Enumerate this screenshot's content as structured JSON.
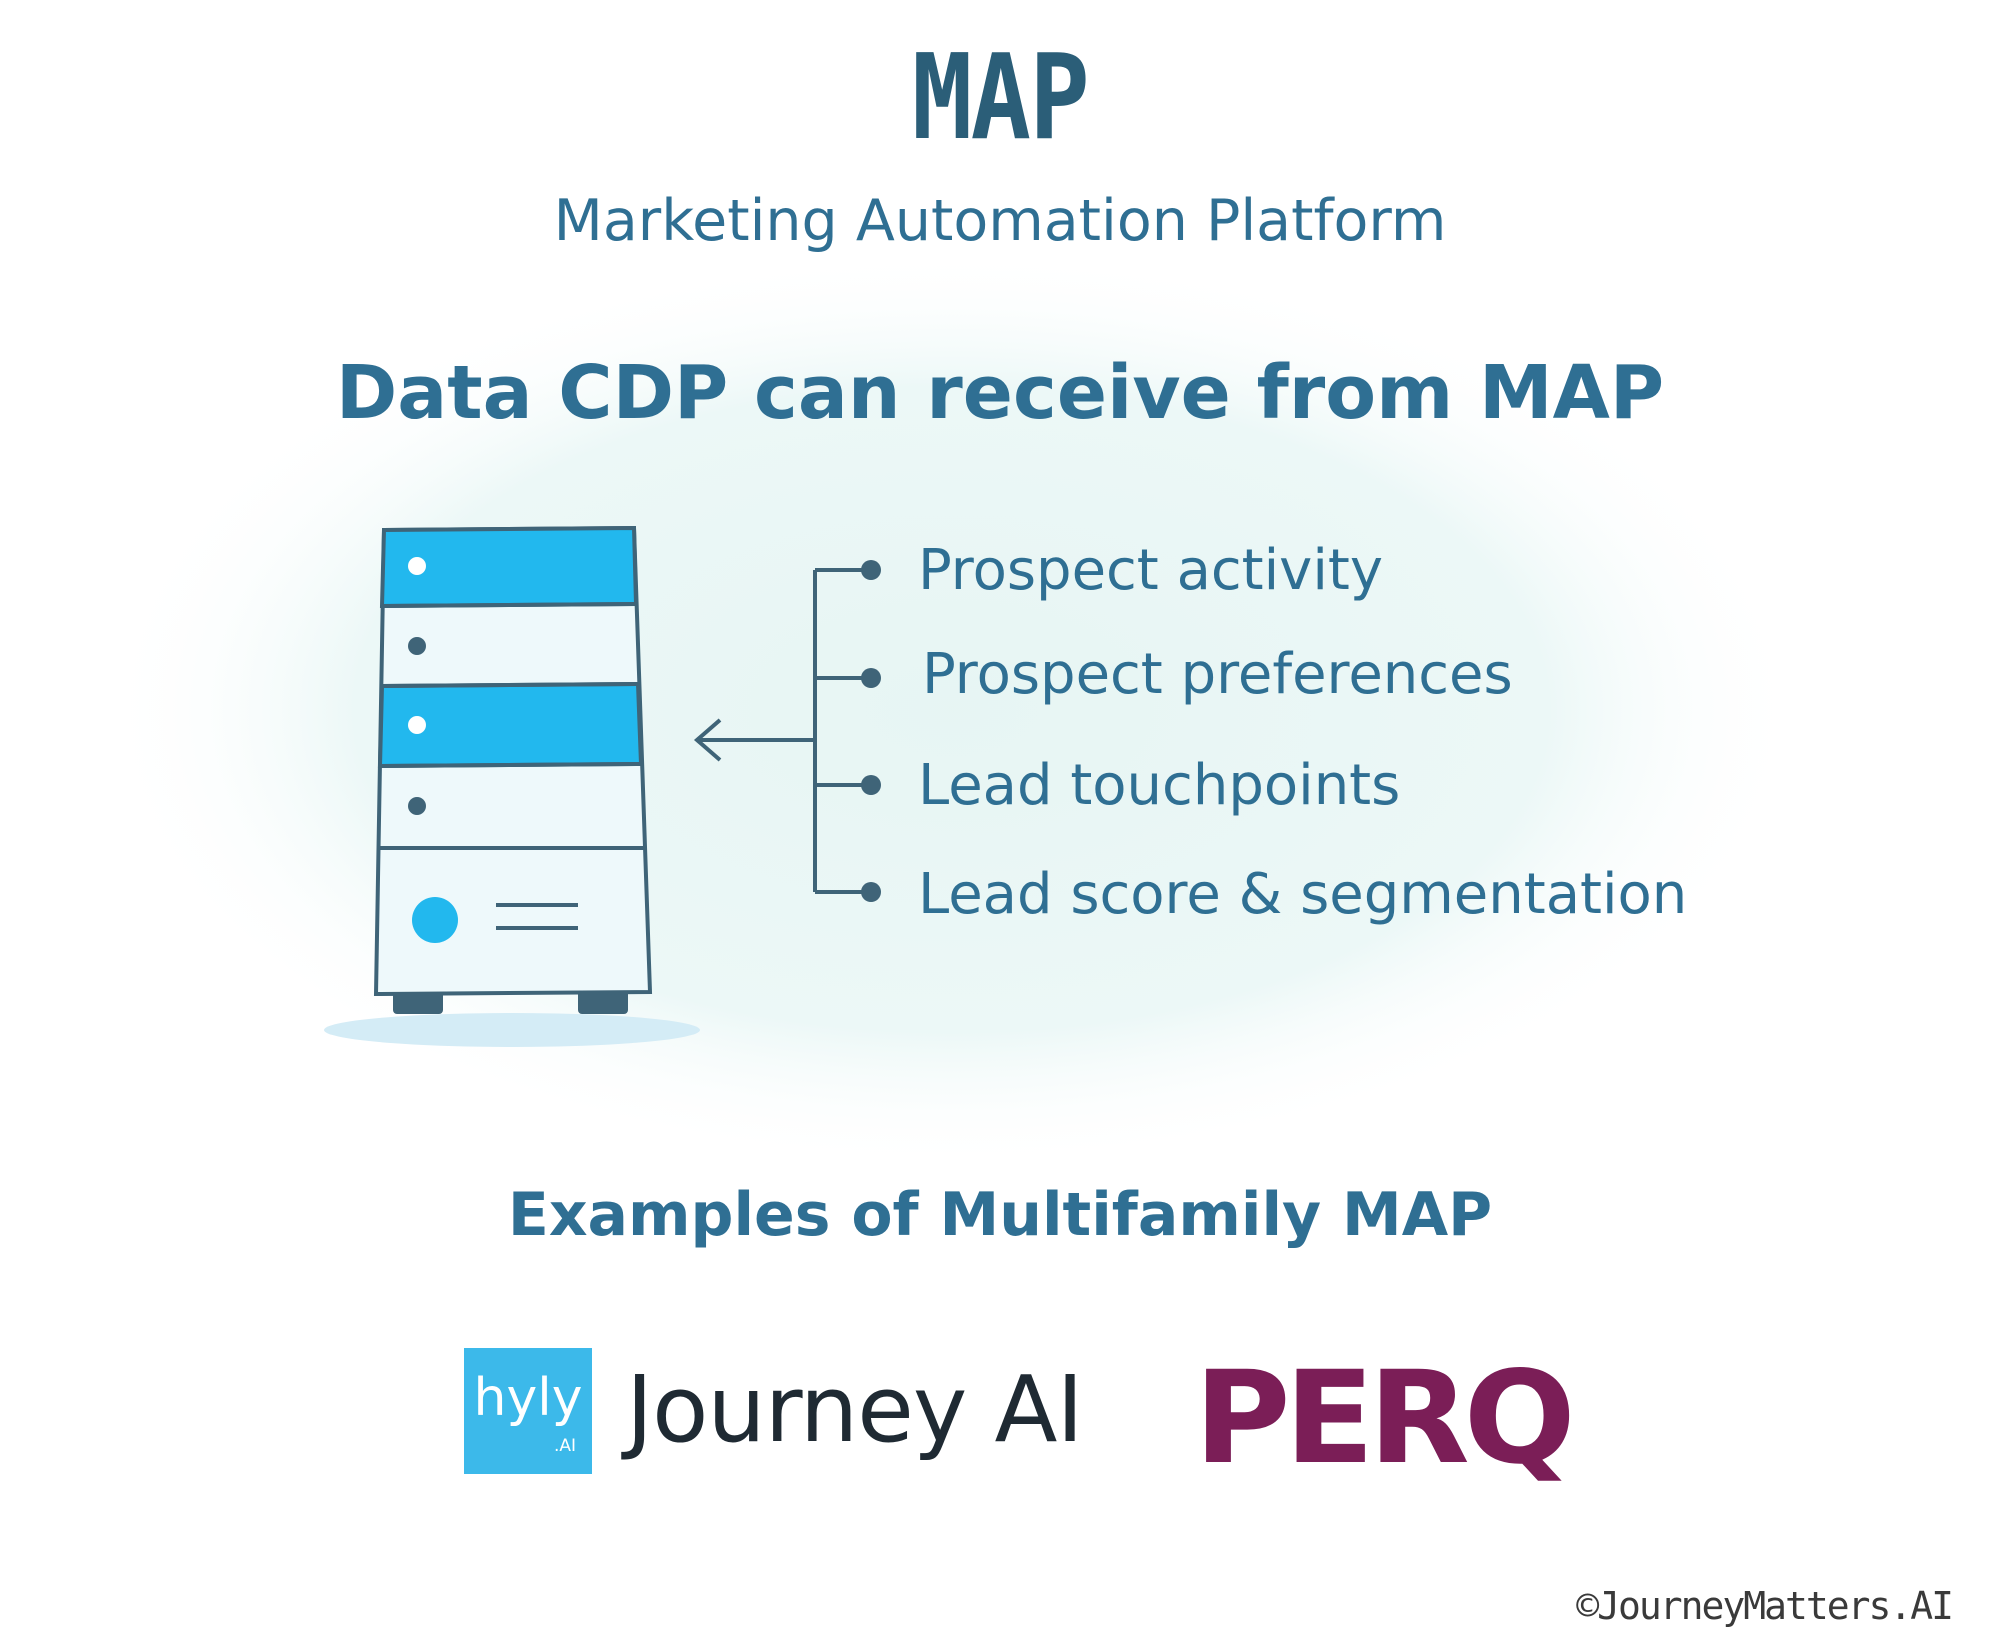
{
  "header": {
    "title": "MAP",
    "subtitle": "Marketing Automation Platform"
  },
  "diagram": {
    "heading": "Data CDP can receive from MAP",
    "items": [
      "Prospect activity",
      "Prospect preferences",
      "Lead touchpoints",
      "Lead score & segmentation"
    ]
  },
  "examples": {
    "heading": "Examples of Multifamily MAP",
    "logos": {
      "hyly": {
        "mark": "hyly",
        "mark_sub": ".AI",
        "name": "Journey AI"
      },
      "perq": {
        "name": "PERQ"
      }
    }
  },
  "footer": {
    "copyright": "©JourneyMatters.AI"
  },
  "colors": {
    "text_primary": "#2f6f93",
    "title": "#2b5e78",
    "server_accent": "#22b8ee",
    "server_outline": "#3f6478",
    "server_panel": "#eef9fb",
    "server_shadow": "#d4ecf6",
    "blob": "#e6f5f4",
    "hyly_blue": "#3cb9ea",
    "perq": "#7b1e57"
  },
  "icons": [
    "database-server-icon",
    "arrow-left-icon",
    "bullet-dot-icon"
  ]
}
